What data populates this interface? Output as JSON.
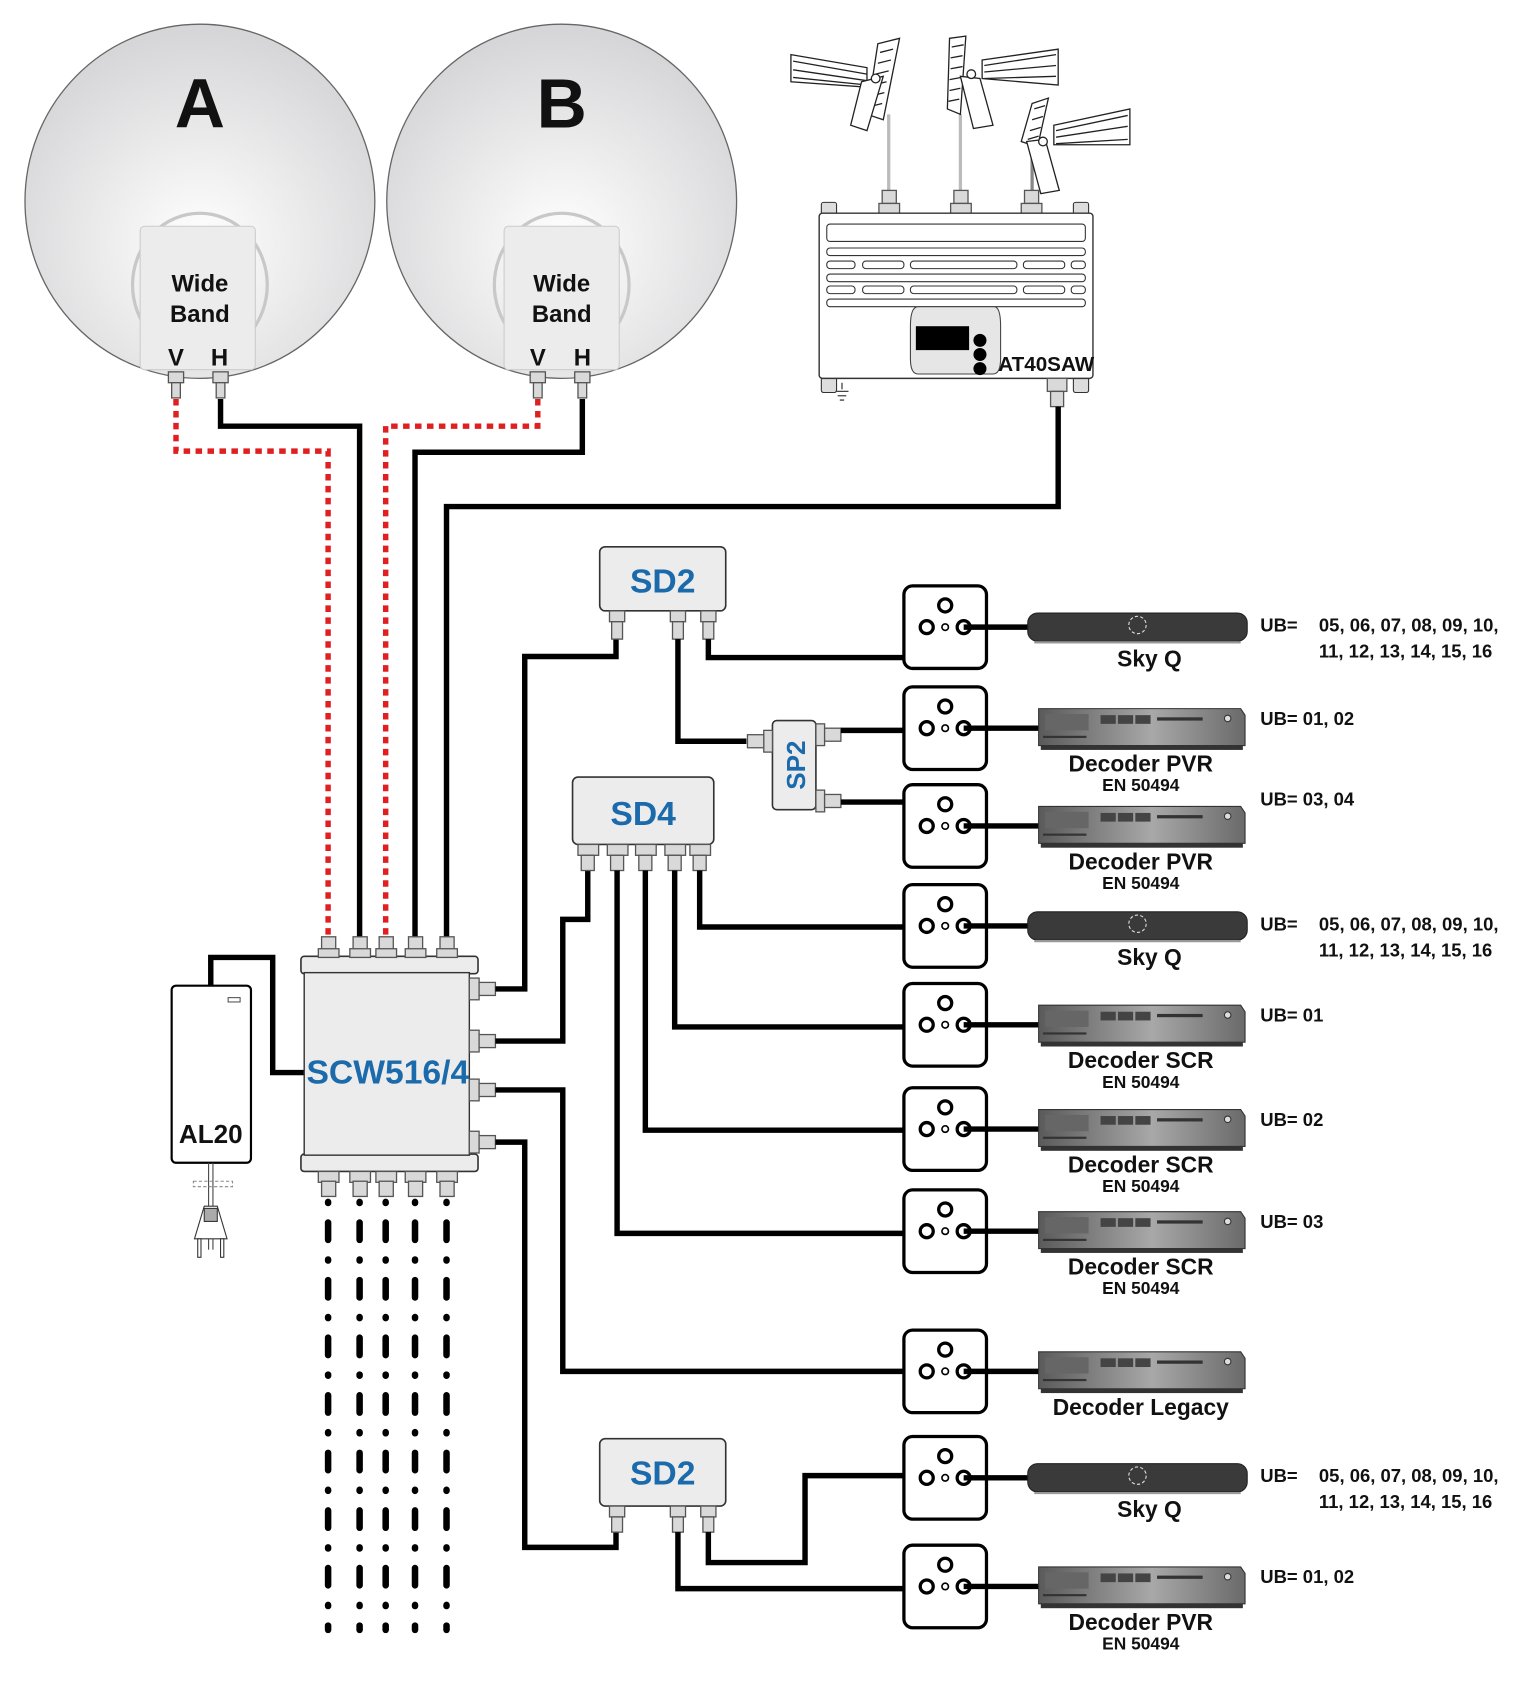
{
  "dishes": [
    {
      "id": "A",
      "label": "A",
      "lnb": {
        "line1": "Wide",
        "line2": "Band",
        "ports": [
          "V",
          "H"
        ]
      }
    },
    {
      "id": "B",
      "label": "B",
      "lnb": {
        "line1": "Wide",
        "line2": "Band",
        "ports": [
          "V",
          "H"
        ]
      }
    }
  ],
  "terrestrial_amp": {
    "model": "AT40SAW",
    "antenna_count": 3
  },
  "power_supply": {
    "model": "AL20"
  },
  "multiswitch": {
    "model": "SCW516/4",
    "inputs": 5,
    "outputs": 4
  },
  "splitters": {
    "sd2_top": "SD2",
    "sd4": "SD4",
    "sp2": "SP2",
    "sd2_bottom": "SD2"
  },
  "receivers": [
    {
      "name": "Sky Q",
      "sub": "",
      "type": "skyq",
      "ub_label": "UB=",
      "ub_line1": "05, 06, 07, 08, 09, 10,",
      "ub_line2": "11, 12, 13, 14, 15, 16"
    },
    {
      "name": "Decoder PVR",
      "sub": "EN 50494",
      "type": "decoder",
      "ub_label": "UB= 01, 02",
      "ub_line1": "",
      "ub_line2": ""
    },
    {
      "name": "Decoder PVR",
      "sub": "EN 50494",
      "type": "decoder",
      "ub_label": "UB= 03, 04",
      "ub_line1": "",
      "ub_line2": ""
    },
    {
      "name": "Sky Q",
      "sub": "",
      "type": "skyq",
      "ub_label": "UB=",
      "ub_line1": "05, 06, 07, 08, 09, 10,",
      "ub_line2": "11, 12, 13, 14, 15, 16"
    },
    {
      "name": "Decoder SCR",
      "sub": "EN 50494",
      "type": "decoder",
      "ub_label": "UB= 01",
      "ub_line1": "",
      "ub_line2": ""
    },
    {
      "name": "Decoder SCR",
      "sub": "EN 50494",
      "type": "decoder",
      "ub_label": "UB= 02",
      "ub_line1": "",
      "ub_line2": ""
    },
    {
      "name": "Decoder SCR",
      "sub": "EN 50494",
      "type": "decoder",
      "ub_label": "UB= 03",
      "ub_line1": "",
      "ub_line2": ""
    },
    {
      "name": "Decoder Legacy",
      "sub": "",
      "type": "decoder",
      "ub_label": "",
      "ub_line1": "",
      "ub_line2": ""
    },
    {
      "name": "Sky Q",
      "sub": "",
      "type": "skyq",
      "ub_label": "UB=",
      "ub_line1": "05, 06, 07, 08, 09, 10,",
      "ub_line2": "11, 12, 13, 14, 15, 16"
    },
    {
      "name": "Decoder PVR",
      "sub": "EN 50494",
      "type": "decoder",
      "ub_label": "UB= 01, 02",
      "ub_line1": "",
      "ub_line2": ""
    }
  ],
  "colors": {
    "vertical_polarity_cable": "#e02020",
    "cable": "#000000",
    "model_label": "#1a6aac",
    "device_body": "#ececec"
  }
}
